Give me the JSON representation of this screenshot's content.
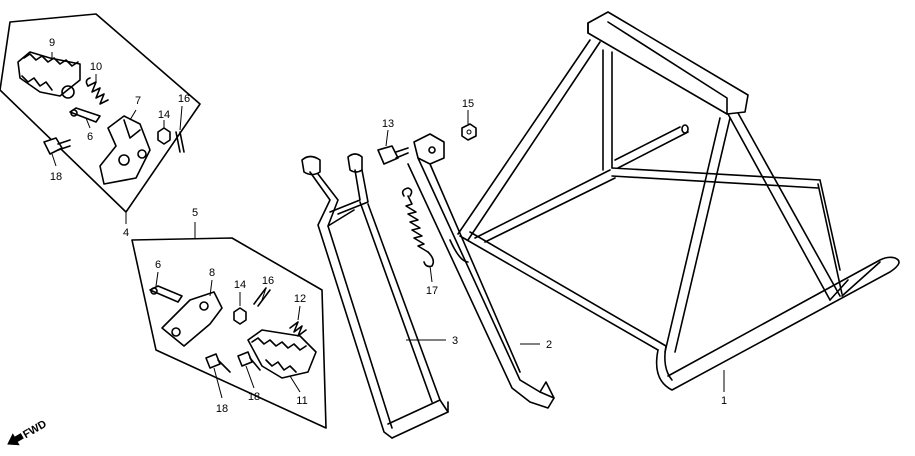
{
  "diagram": {
    "callouts": {
      "c1": "1",
      "c2": "2",
      "c3": "3",
      "c4": "4",
      "c5": "5",
      "c6a": "6",
      "c6b": "6",
      "c7": "7",
      "c8": "8",
      "c9": "9",
      "c10": "10",
      "c11": "11",
      "c12": "12",
      "c13": "13",
      "c14a": "14",
      "c14b": "14",
      "c15": "15",
      "c16a": "16",
      "c16b": "16",
      "c17": "17",
      "c18a": "18",
      "c18b": "18",
      "c18c": "18"
    },
    "direction_label": "FWD"
  }
}
